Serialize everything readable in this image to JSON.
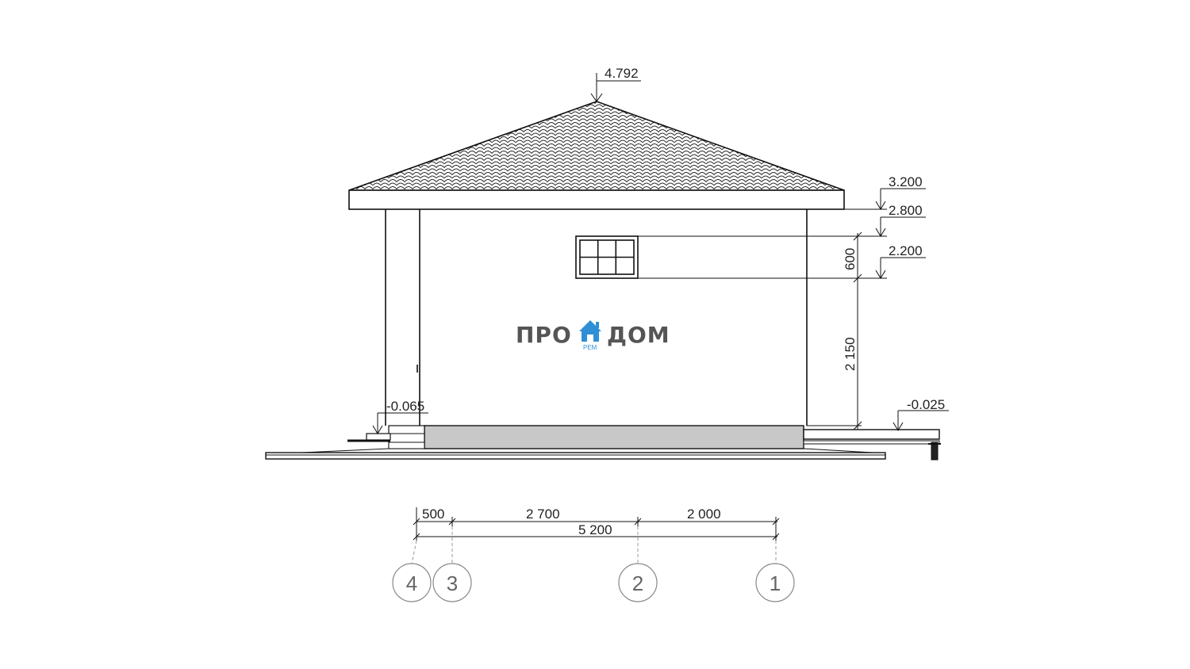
{
  "elevation_marks": {
    "ridge": "4.792",
    "eave_top": "3.200",
    "eave_bottom": "2.800",
    "window_bottom": "2.200",
    "porch_step": "-0.065",
    "ground_right": "-0.025"
  },
  "vertical_dims": {
    "window_height": "600",
    "wall_to_window": "2 150"
  },
  "horizontal_dims": {
    "span_4_3": "500",
    "span_3_2": "2 700",
    "span_2_1": "2 000",
    "total": "5 200"
  },
  "axes": [
    "4",
    "3",
    "2",
    "1"
  ],
  "brand": {
    "left": "ПРО",
    "right": "ДОМ",
    "sub": "РЕМ",
    "accent_color": "#2f8fd6",
    "text_color": "#555555"
  },
  "colors": {
    "foundation_fill": "#c8c8c8",
    "line": "#111111"
  }
}
